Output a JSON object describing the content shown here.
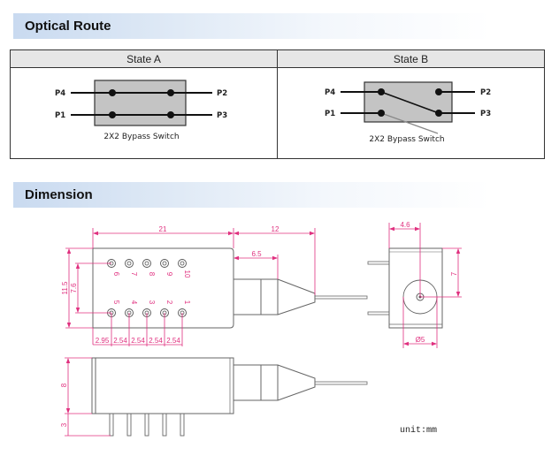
{
  "sections": {
    "optical_route": {
      "title": "Optical Route",
      "columns": [
        "State A",
        "State B"
      ],
      "switch_label": "2X2 Bypass Switch",
      "ports": {
        "p1": "P1",
        "p2": "P2",
        "p3": "P3",
        "p4": "P4"
      },
      "state_a": {
        "connections": [
          "P4-P2",
          "P1-P3"
        ]
      },
      "state_b": {
        "connections": [
          "P4-P3"
        ]
      }
    },
    "dimension": {
      "title": "Dimension",
      "unit_label": "unit:mm",
      "top_view": {
        "length_body": "21",
        "length_connector": "12",
        "length_sleeve": "6.5",
        "width_body": "11.5",
        "pin_row_spacing": "7.6",
        "pin_offsets": [
          "2.95",
          "2.54",
          "2.54",
          "2.54",
          "2.54"
        ],
        "pins_top_row": [
          "6",
          "7",
          "8",
          "9",
          "10"
        ],
        "pins_bottom_row": [
          "5",
          "4",
          "3",
          "2",
          "1"
        ]
      },
      "side_view": {
        "height_body": "8",
        "pin_length": "3"
      },
      "end_view": {
        "offset_x": "4.6",
        "offset_y": "7",
        "diameter": "Ø5"
      }
    }
  },
  "colors": {
    "dimension_line": "#e0307f",
    "drawing_line": "#555555",
    "switch_box": "#c4c4c4"
  }
}
